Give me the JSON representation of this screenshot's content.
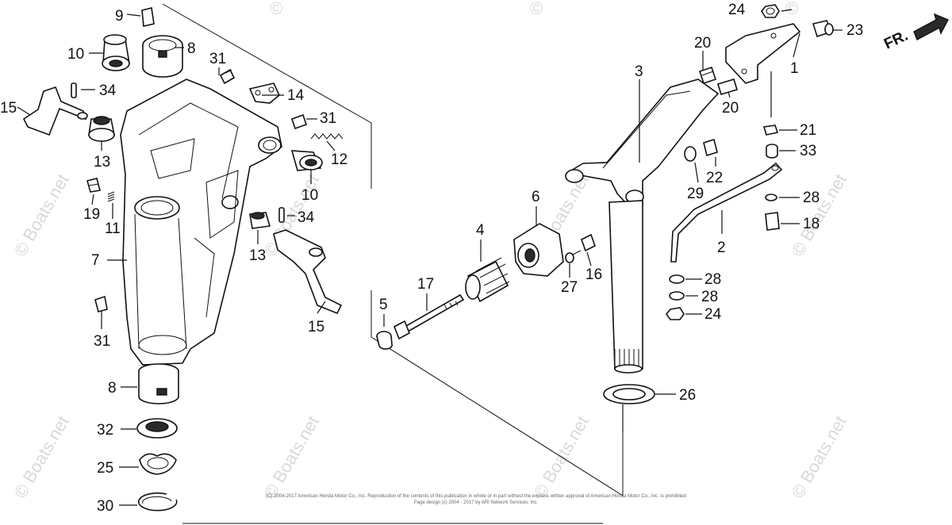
{
  "watermark": {
    "text": "© Boats.net",
    "corner_symbol": "©"
  },
  "direction": {
    "label": "FR."
  },
  "copyright": {
    "line1": "(C) 2004-2017 American Honda Motor Co., Inc. Reproduction of the contents of this publication in whole or in part without the express written approval of American Honda Motor Co., Inc. is prohibited",
    "line2": "Page design (c) 2004 - 2017 by ARI Network Services, Inc."
  },
  "callouts": {
    "c1": "1",
    "c2": "2",
    "c3": "3",
    "c4": "4",
    "c5": "5",
    "c6": "6",
    "c7": "7",
    "c8a": "8",
    "c8b": "8",
    "c9": "9",
    "c10a": "10",
    "c10b": "10",
    "c11": "11",
    "c12": "12",
    "c13a": "13",
    "c13b": "13",
    "c14": "14",
    "c15a": "15",
    "c15b": "15",
    "c16": "16",
    "c17": "17",
    "c18": "18",
    "c19": "19",
    "c20a": "20",
    "c20b": "20",
    "c21": "21",
    "c22": "22",
    "c23": "23",
    "c24a": "24",
    "c24b": "24",
    "c25": "25",
    "c26": "26",
    "c27": "27",
    "c28a": "28",
    "c28b": "28",
    "c28c": "28",
    "c29": "29",
    "c30": "30",
    "c31a": "31",
    "c31b": "31",
    "c31c": "31",
    "c32": "32",
    "c33": "33",
    "c34a": "34",
    "c34b": "34"
  }
}
